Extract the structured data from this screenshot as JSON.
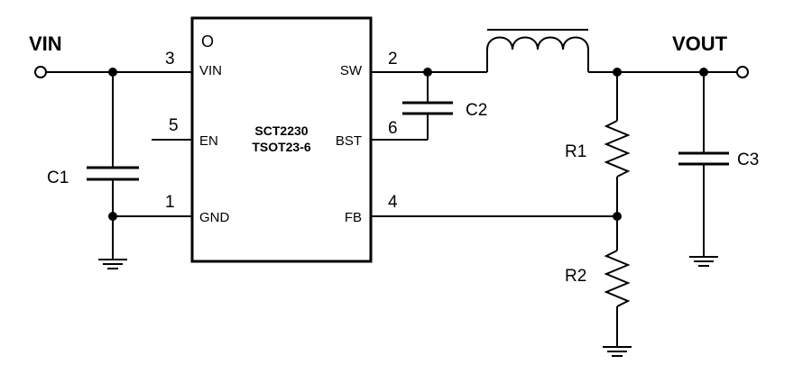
{
  "chip": {
    "name": "SCT2230",
    "package": "TSOT23-6",
    "pin1_marker": "O"
  },
  "ports": {
    "vin": "VIN",
    "vout": "VOUT"
  },
  "pins": {
    "vin": {
      "number": "3",
      "label": "VIN"
    },
    "en": {
      "number": "5",
      "label": "EN"
    },
    "gnd": {
      "number": "1",
      "label": "GND"
    },
    "sw": {
      "number": "2",
      "label": "SW"
    },
    "bst": {
      "number": "6",
      "label": "BST"
    },
    "fb": {
      "number": "4",
      "label": "FB"
    }
  },
  "components": {
    "c1": "C1",
    "c2": "C2",
    "c3": "C3",
    "r1": "R1",
    "r2": "R2"
  }
}
